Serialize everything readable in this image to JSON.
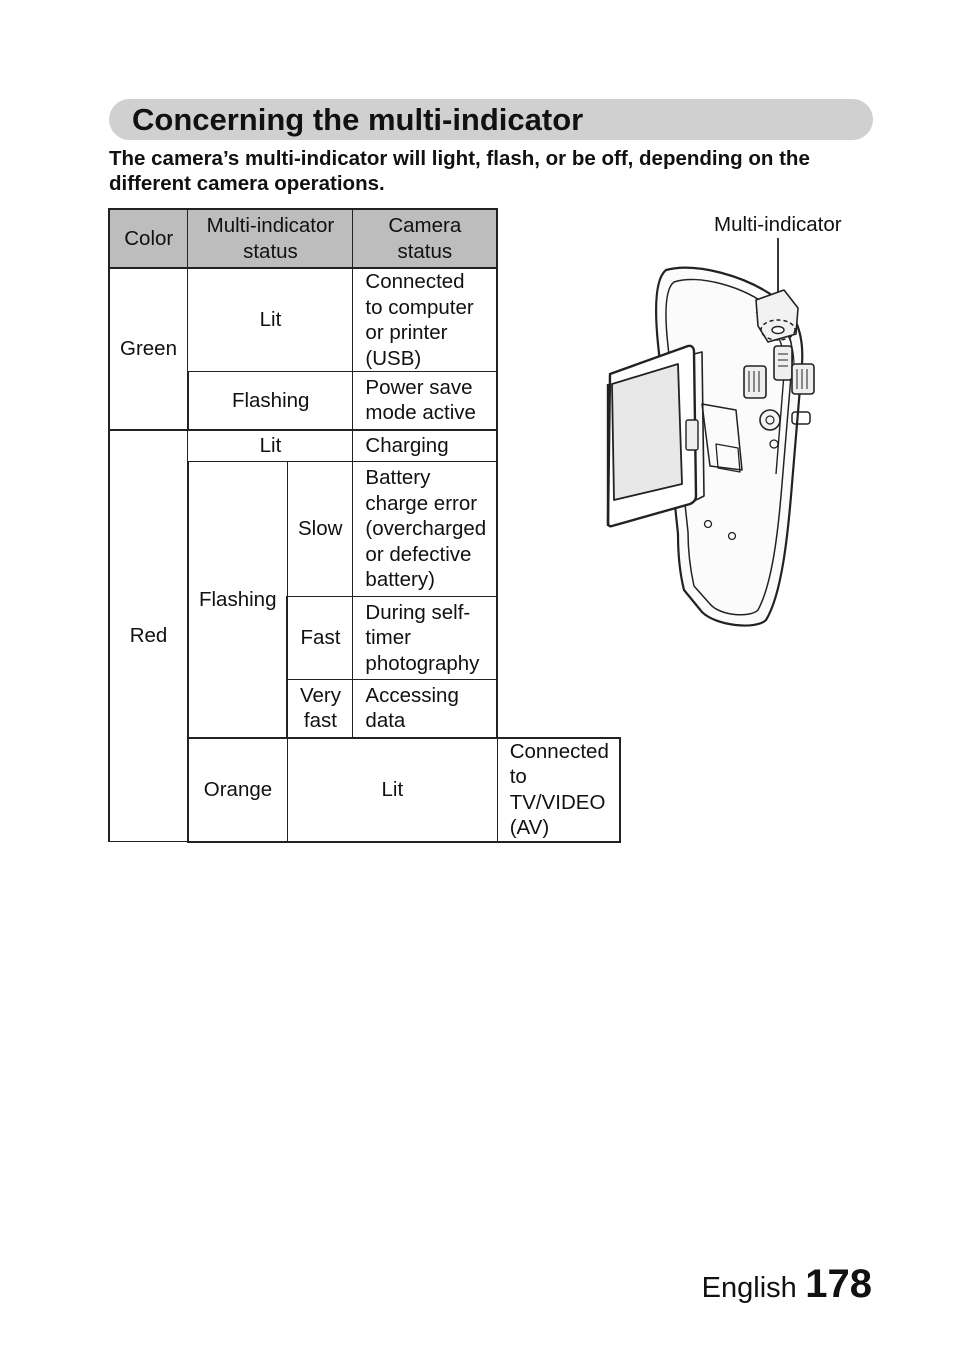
{
  "section": {
    "title": "Concerning the multi-indicator",
    "intro": "The camera’s multi-indicator will light, flash, or be off, depending on the different camera operations."
  },
  "table": {
    "headers": {
      "color": "Color",
      "status": "Multi-indicator status",
      "camera": "Camera status"
    },
    "green": {
      "color": "Green",
      "lit": "Lit",
      "lit_camera": "Connected to computer or printer (USB)",
      "flashing": "Flashing",
      "flashing_camera": "Power save mode active"
    },
    "red": {
      "color": "Red",
      "lit": "Lit",
      "lit_camera": "Charging",
      "flashing": "Flashing",
      "slow": "Slow",
      "slow_camera": "Battery charge error (overcharged or defective battery)",
      "fast": "Fast",
      "fast_camera": "During self-timer photography",
      "very_fast": "Very fast",
      "very_fast_camera": "Accessing data"
    },
    "orange": {
      "color": "Orange",
      "lit": "Lit",
      "lit_camera": "Connected to TV/VIDEO (AV)"
    }
  },
  "figure": {
    "label": "Multi-indicator"
  },
  "footer": {
    "language": "English",
    "page_number": "178"
  }
}
